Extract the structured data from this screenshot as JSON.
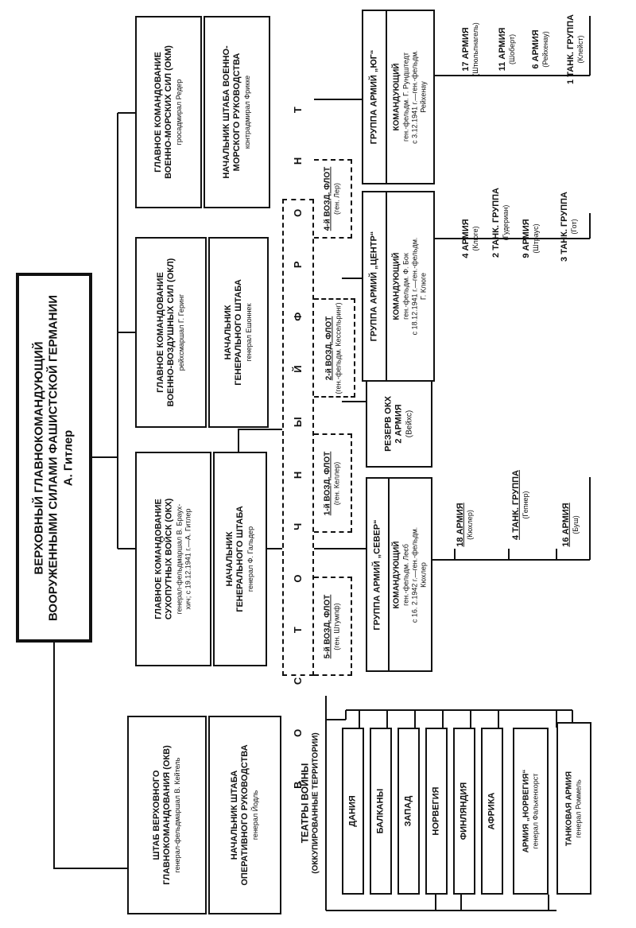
{
  "top": {
    "line1": "ВЕРХОВНЫЙ ГЛАВНОКОМАНДУЮЩИЙ",
    "line2": "ВООРУЖЕННЫМИ СИЛАМИ ФАШИСТСКОЙ ГЕРМАНИИ",
    "line3": "А. Гитлер"
  },
  "okw": {
    "line1": "ШТАБ ВЕРХОВНОГО",
    "line2": "ГЛАВНОКОМАНДОВАНИЯ (ОКВ)",
    "line3": "генерал-фельдмаршал В. Кейтель"
  },
  "okw_ops": {
    "line1": "НАЧАЛЬНИК ШТАБА",
    "line2": "ОПЕРАТИВНОГО РУКОВОДСТВА",
    "line3": "генерал Йодль"
  },
  "okh": {
    "line1": "ГЛАВНОЕ КОМАНДОВАНИЕ",
    "line2": "СУХОПУТНЫХ ВОЙСК (ОКХ)",
    "line3": "генерал-фельдмаршал В. Браух-",
    "line4": "хич; с 19.12.1941 г.—А. Гитлер"
  },
  "okh_staff": {
    "line1": "НАЧАЛЬНИК",
    "line2": "ГЕНЕРАЛЬНОГО ШТАБА",
    "line3": "генерал Ф. Гальдер"
  },
  "okl": {
    "line1": "ГЛАВНОЕ КОМАНДОВАНИЕ",
    "line2": "ВОЕННО-ВОЗДУШНЫХ СИЛ (ОКЛ)",
    "line3": "рейхсмаршал Г. Геринг"
  },
  "okl_staff": {
    "line1": "НАЧАЛЬНИК",
    "line2": "ГЕНЕРАЛЬНОГО ШТАБА",
    "line3": "генерал Ешоннек"
  },
  "okm": {
    "line1": "ГЛАВНОЕ КОМАНДОВАНИЕ",
    "line2": "ВОЕННО-МОРСКИХ СИЛ (ОКМ)",
    "line3": "гросадмирал Редер"
  },
  "okm_staff": {
    "line1": "НАЧАЛЬНИК ШТАБА ВОЕННО-",
    "line2": "МОРСКОГО РУКОВОДСТВА",
    "line3": "контрадмирал Фрикке"
  },
  "east_front": "В О С Т О Ч Н Ы Й   Ф Р О Н Т",
  "air_fleets": [
    {
      "name": "5-й ВОЗД. ФЛОТ",
      "commander": "(ген. Штумпф)"
    },
    {
      "name": "1-й ВОЗД. ФЛОТ",
      "commander": "(ген. Келлер)"
    },
    {
      "name": "2-й ВОЗД. ФЛОТ",
      "commander": "(ген.-фельдм. Кессельринг)"
    },
    {
      "name": "4-й ВОЗД. ФЛОТ",
      "commander": "(ген. Лер)"
    }
  ],
  "reserve": {
    "line1": "РЕЗЕРВ ОКХ",
    "line2": "2 АРМИЯ",
    "line3": "(Вейхс)"
  },
  "ag_north": {
    "title": "ГРУППА АРМИЙ „СЕВЕР“",
    "line1": "КОМАНДУЮЩИЙ",
    "line2": "ген.-фельдм. Леєб",
    "line3": "с 16. 2.1942 г.—ген.-фельдм.",
    "line4": "Кюхлер"
  },
  "ag_north_armies": [
    {
      "name": "18 АРМИЯ",
      "cmd": "(Кюхлер)"
    },
    {
      "name": "4 ТАНК. ГРУППА",
      "cmd": "(Гепнер)"
    },
    {
      "name": "16 АРМИЯ",
      "cmd": "(Буш)"
    }
  ],
  "ag_center": {
    "title": "ГРУППА АРМИЙ „ЦЕНТР“",
    "line1": "КОМАНДУЮЩИЙ",
    "line2": "ген.-фельдм. Ф. Бок",
    "line3": "с 18.12.1941 г.—ген.-фельдм.",
    "line4": "Г. Клюге"
  },
  "ag_center_armies": [
    {
      "name": "4 АРМИЯ",
      "cmd": "(Клюге)"
    },
    {
      "name": "2 ТАНК. ГРУППА",
      "cmd": "(Гудериан)"
    },
    {
      "name": "9 АРМИЯ",
      "cmd": "(Штраус)"
    },
    {
      "name": "3 ТАНК. ГРУППА",
      "cmd": "(Гот)"
    }
  ],
  "ag_south": {
    "title": "ГРУППА АРМИЙ „ЮГ“",
    "line1": "КОМАНДУЮЩИЙ",
    "line2": "ген.-фельдм. Г. Рундштедт",
    "line3": "с 3.12.1941 г.—ген.-фельдм.",
    "line4": "Рейхенау"
  },
  "ag_south_armies": [
    {
      "name": "17 АРМИЯ",
      "cmd": "(Штюльпнагель)"
    },
    {
      "name": "11 АРМИЯ",
      "cmd": "(Шоберт)"
    },
    {
      "name": "6 АРМИЯ",
      "cmd": "(Рейхенау)"
    },
    {
      "name": "1 ТАНК. ГРУППА",
      "cmd": "(Клейст)"
    }
  ],
  "theaters": {
    "title1": "ТЕАТРЫ ВОЙНЫ",
    "title2": "(ОККУПИРОВАННЫЕ ТЕРРИТОРИИ)",
    "items": [
      "ДАНИЯ",
      "БАЛКАНЫ",
      "ЗАПАД",
      "НОРВЕГИЯ",
      "ФИНЛЯНДИЯ",
      "АФРИКА"
    ]
  },
  "army_norway": {
    "line1": "АРМИЯ „НОРВЕГИЯ“",
    "line2": "генерал Фалькенхорст"
  },
  "panzer_army": {
    "line1": "ТАНКОВАЯ АРМИЯ",
    "line2": "генерал Роммель"
  }
}
